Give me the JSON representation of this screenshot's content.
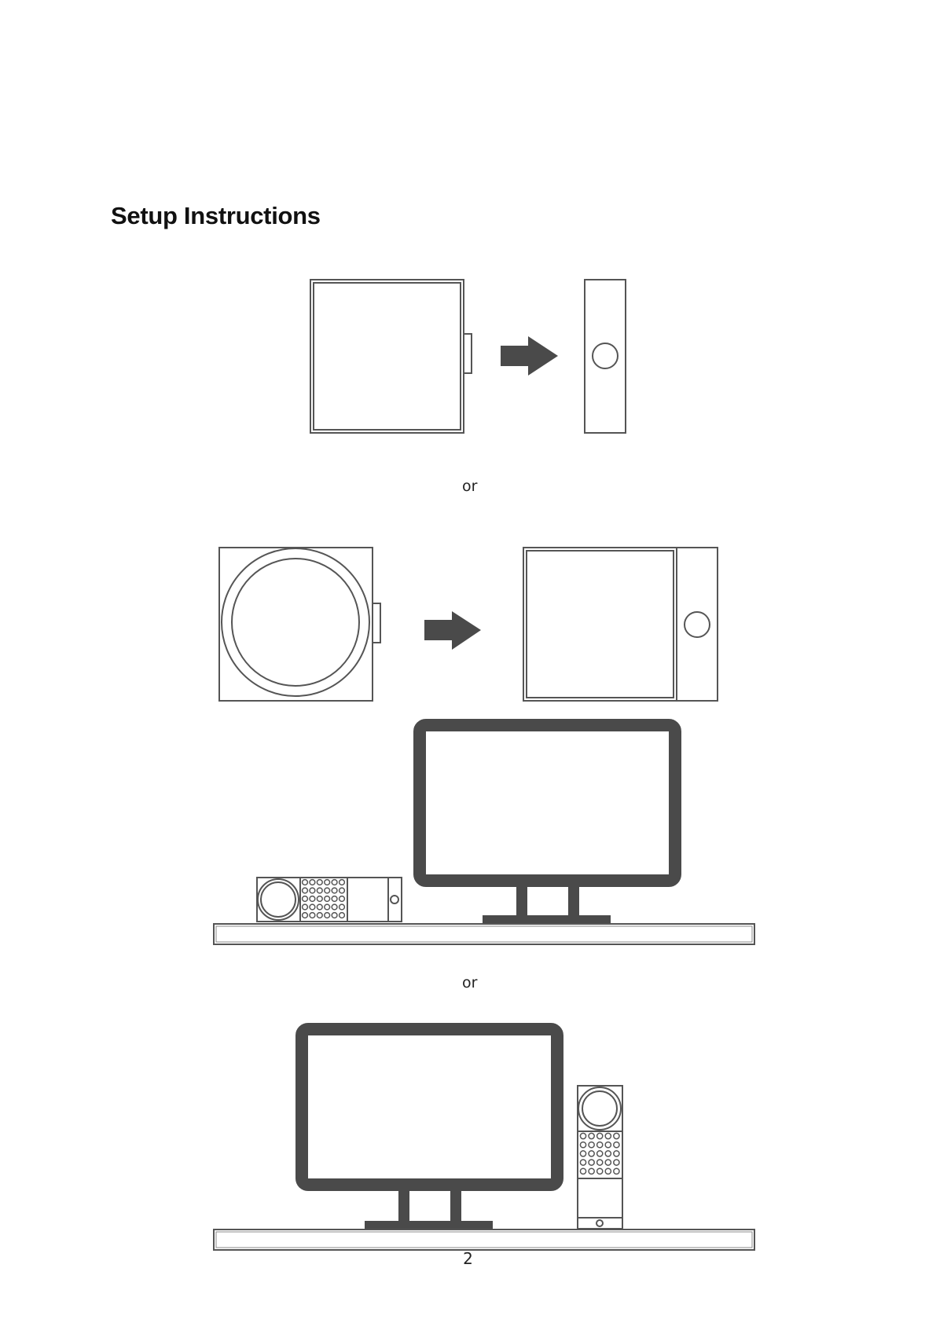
{
  "page": {
    "title": "Setup Instructions",
    "or_label_1": "or",
    "or_label_2": "or",
    "page_number": "2"
  },
  "colors": {
    "line": "#555555",
    "fill_dark": "#4a4a4a",
    "background": "#ffffff"
  },
  "icons": [
    "arrow-right-icon",
    "camera-module-icon",
    "monitor-icon",
    "device-bar-icon"
  ]
}
